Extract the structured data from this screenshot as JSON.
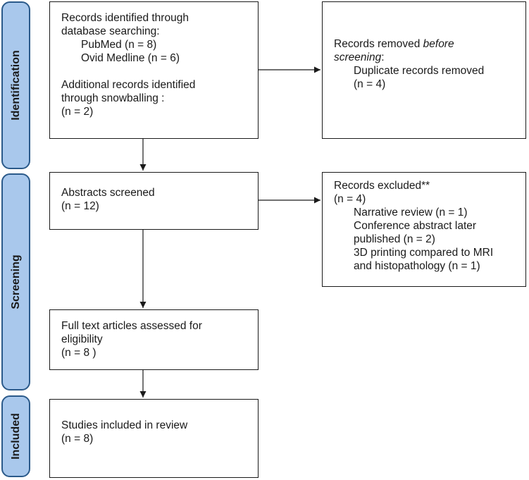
{
  "phases": {
    "identification": "Identification",
    "screening": "Screening",
    "included": "Included"
  },
  "records_identified": {
    "heading_line1": "Records identified through",
    "heading_line2": "database searching:",
    "source1": "PubMed (n = 8)",
    "source2": "Ovid Medline (n = 6)",
    "additional_line1": "Additional records identified",
    "additional_line2": "through snowballing :",
    "additional_count": "(n = 2)"
  },
  "records_removed": {
    "prefix": "Records removed ",
    "emph_before": "before",
    "emph_screening": "screening",
    "suffix": ":",
    "item": "Duplicate records removed",
    "count": "(n = 4)"
  },
  "abstracts_screened": {
    "label": "Abstracts screened",
    "count": "(n = 12)"
  },
  "records_excluded": {
    "heading": "Records excluded**",
    "count": "(n = 4)",
    "reason1": "Narrative review (n = 1)",
    "reason2_line1": "Conference abstract later",
    "reason2_line2": "published (n = 2)",
    "reason3_line1": "3D printing compared to MRI",
    "reason3_line2": "and histopathology (n = 1)"
  },
  "full_text": {
    "line1": "Full text articles assessed for",
    "line2": "eligibility",
    "count": "(n = 8 )"
  },
  "studies_included": {
    "label": "Studies included in review",
    "count": "(n = 8)"
  },
  "colors": {
    "phase_fill": "#a9c8ec",
    "phase_border": "#2b5a8a",
    "line": "#1a1a1a"
  }
}
